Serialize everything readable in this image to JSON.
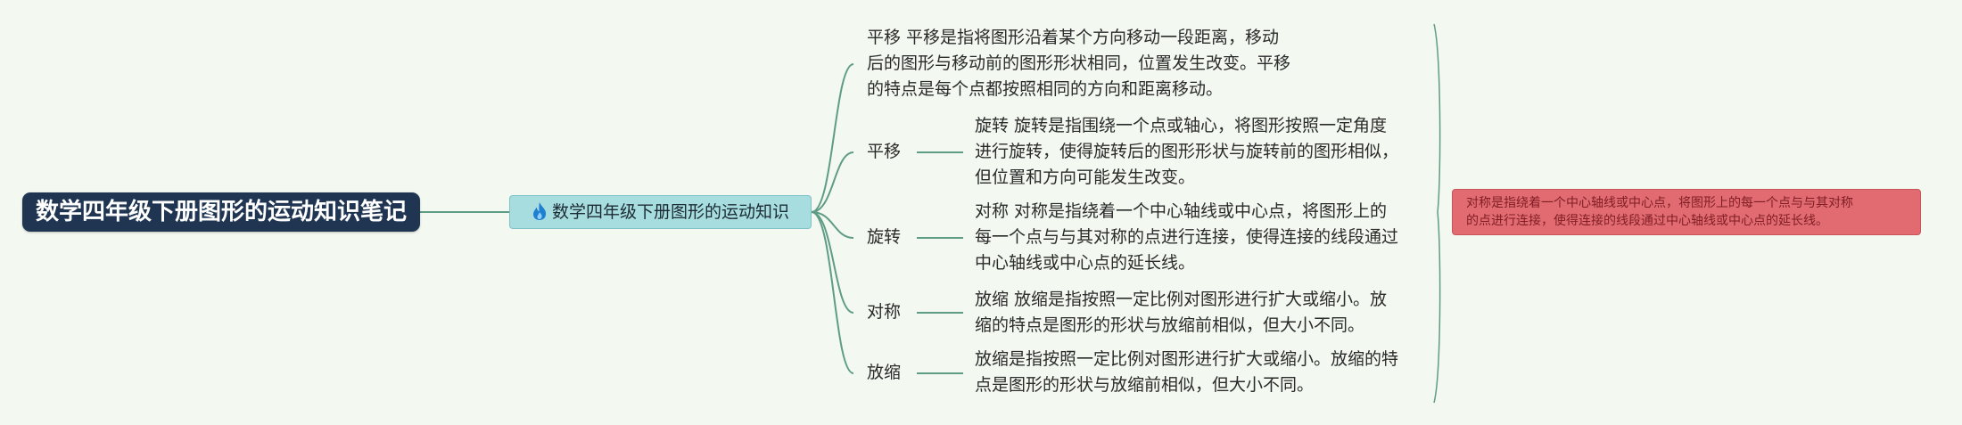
{
  "root": {
    "title": "数学四年级下册图形的运动知识笔记"
  },
  "main_topic": {
    "icon": "fire-icon",
    "label": "数学四年级下册图形的运动知识"
  },
  "top_note": {
    "lines": [
      "平移 平移是指将图形沿着某个方向移动一段距离，移动",
      "后的图形与移动前的图形形状相同，位置发生改变。平移",
      "的特点是每个点都按照相同的方向和距离移动。"
    ]
  },
  "branches": [
    {
      "label": "平移",
      "lines": [
        "旋转 旋转是指围绕一个点或轴心，将图形按照一定角度",
        "进行旋转，使得旋转后的图形形状与旋转前的图形相似，",
        "但位置和方向可能发生改变。"
      ]
    },
    {
      "label": "旋转",
      "lines": [
        "对称 对称是指绕着一个中心轴线或中心点，将图形上的",
        "每一个点与与其对称的点进行连接，使得连接的线段通过",
        "中心轴线或中心点的延长线。"
      ]
    },
    {
      "label": "对称",
      "lines": [
        "放缩 放缩是指按照一定比例对图形进行扩大或缩小。放",
        "缩的特点是图形的形状与放缩前相似，但大小不同。"
      ]
    },
    {
      "label": "放缩",
      "lines": [
        "放缩是指按照一定比例对图形进行扩大或缩小。放缩的特",
        "点是图形的形状与放缩前相似，但大小不同。"
      ]
    }
  ],
  "summary_note": {
    "lines": [
      "对称是指绕着一个中心轴线或中心点，将图形上的每一个点与与其对称",
      "的点进行连接，使得连接的线段通过中心轴线或中心点的延长线。"
    ]
  },
  "colors": {
    "background": "#f3f8f1",
    "root_fill": "#1f3551",
    "main_fill": "#a8dde0",
    "connector": "#5f9c86",
    "note_fill": "#e26b72",
    "note_text": "#7f1e24"
  }
}
